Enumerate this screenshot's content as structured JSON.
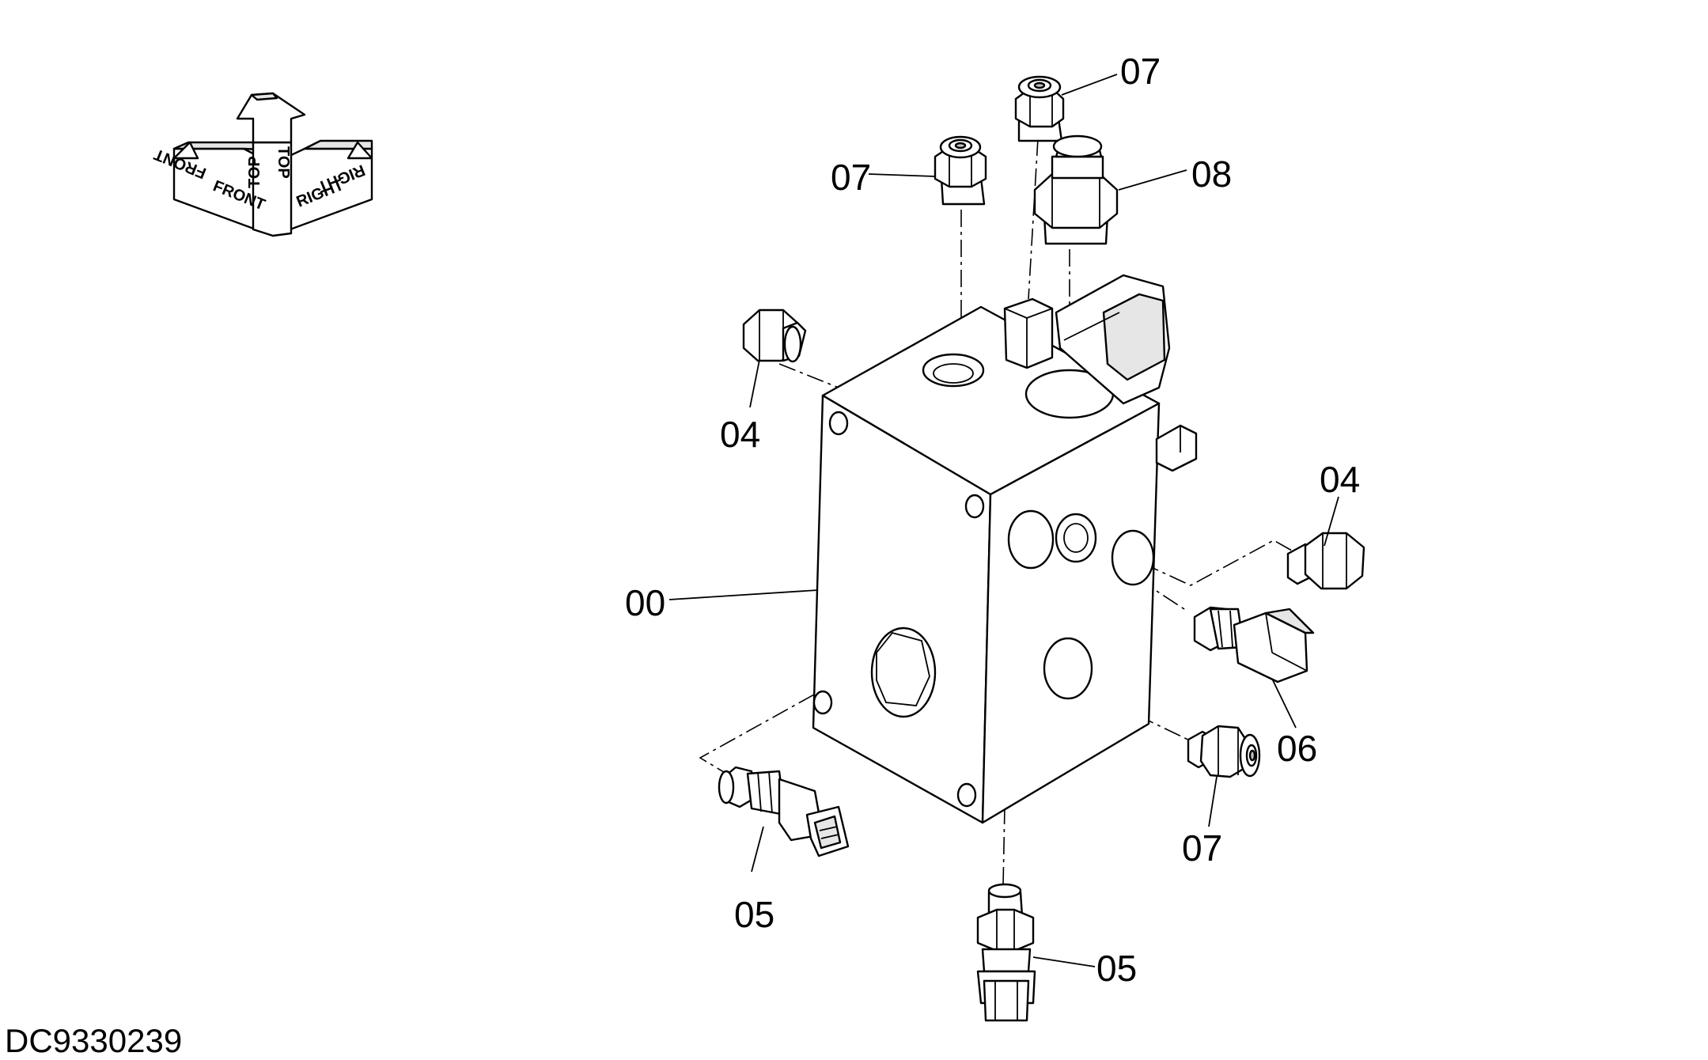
{
  "document_id": "DC9330239",
  "orientation": {
    "front": "FRONT",
    "top": "TOP",
    "right": "RIGHT"
  },
  "callouts": [
    {
      "id": "c07_top",
      "text": "07"
    },
    {
      "id": "c07_left",
      "text": "07"
    },
    {
      "id": "c08",
      "text": "08"
    },
    {
      "id": "c04_left",
      "text": "04"
    },
    {
      "id": "c04_right",
      "text": "04"
    },
    {
      "id": "c00",
      "text": "00"
    },
    {
      "id": "c06",
      "text": "06"
    },
    {
      "id": "c07_bottom",
      "text": "07"
    },
    {
      "id": "c05_left",
      "text": "05"
    },
    {
      "id": "c05_bottom",
      "text": "05"
    }
  ]
}
